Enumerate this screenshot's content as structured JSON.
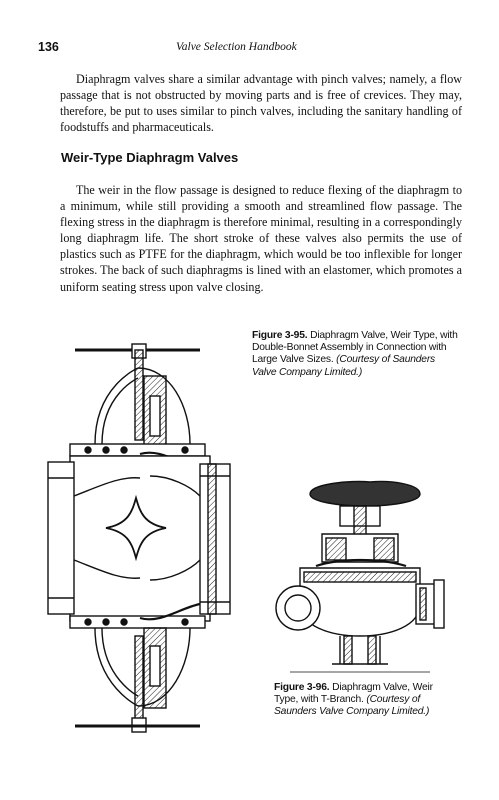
{
  "header": {
    "page_number": "136",
    "running_title": "Valve Selection Handbook"
  },
  "body": {
    "paragraph_1": "Diaphragm valves share a similar advantage with pinch valves; namely, a flow passage that is not obstructed by moving parts and is free of crevices. They may, therefore, be put to uses similar to pinch valves, including the sanitary handling of foodstuffs and pharmaceuticals.",
    "section_heading": "Weir-Type Diaphragm Valves",
    "paragraph_2": "The weir in the flow passage is designed to reduce flexing of the diaphragm to a minimum, while still providing a smooth and streamlined flow passage. The flexing stress in the diaphragm is therefore minimal, resulting in a correspondingly long diaphragm life. The short stroke of these valves also permits the use of plastics such as PTFE for the diaphragm, which would be too inflexible for longer strokes. The back of such diaphragms is lined with an elastomer, which promotes a uniform seating stress upon valve closing."
  },
  "figures": [
    {
      "label": "Figure 3-95.",
      "text": "Diaphragm Valve, Weir Type, with Double-Bonnet Assembly in Connection with Large Valve Sizes.",
      "credit": "(Courtesy of Saunders Valve Company Limited.)"
    },
    {
      "label": "Figure 3-96.",
      "text": "Diaphragm Valve, Weir Type, with T-Branch.",
      "credit": "(Courtesy of Saunders Valve Company Limited.)"
    }
  ]
}
